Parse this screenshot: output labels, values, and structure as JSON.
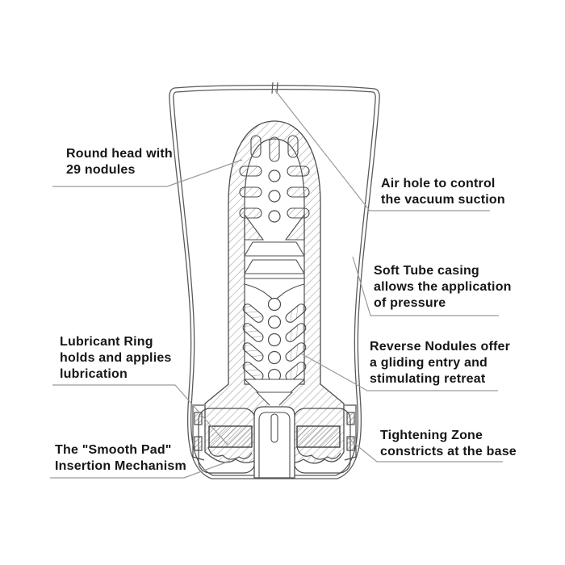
{
  "figure": {
    "background": "#ffffff",
    "outline_color": "#4d4d4d",
    "casing_color": "#5a5a5a",
    "hatch_color": "#909090",
    "leader_color": "#9a9a9a",
    "text_color": "#161616"
  },
  "labels": {
    "round_head": {
      "lines": [
        "Round head with",
        "29 nodules"
      ]
    },
    "air_hole": {
      "lines": [
        "Air hole to control",
        "the vacuum suction"
      ]
    },
    "soft_tube": {
      "lines": [
        "Soft Tube casing",
        "allows the application",
        "of pressure"
      ]
    },
    "lubricant_ring": {
      "lines": [
        "Lubricant Ring",
        "holds and applies",
        "lubrication"
      ]
    },
    "reverse_nodules": {
      "lines": [
        "Reverse Nodules offer",
        "a gliding entry and",
        "stimulating retreat"
      ]
    },
    "smooth_pad": {
      "lines": [
        "The \"Smooth Pad\"",
        "Insertion Mechanism"
      ]
    },
    "tightening_zone": {
      "lines": [
        "Tightening Zone",
        "constricts at the base"
      ]
    }
  }
}
